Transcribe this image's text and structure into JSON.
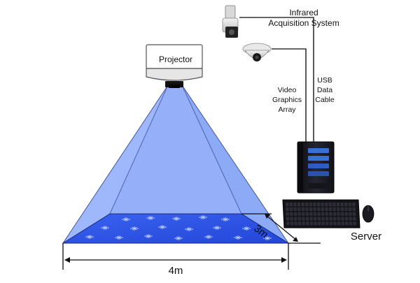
{
  "diagram": {
    "labels": {
      "projector": "Projector",
      "infrared_line1": "Infrared",
      "infrared_line2": "Acquisition System",
      "vga_line1": "Video",
      "vga_line2": "Graphics",
      "vga_line3": "Array",
      "usb_line1": "USB",
      "usb_line2": "Data",
      "usb_line3": "Cable",
      "server": "Server",
      "width_dim": "4m",
      "depth_dim": "3m"
    },
    "colors": {
      "beam_fill": "#8eabfa",
      "beam_outline": "#2a3a8a",
      "floor": "#2f56e8",
      "floor_sparkle": "#d9e6ff",
      "server_accent": "#3a6fd8",
      "cable": "#333333"
    },
    "icons": [
      "projector-icon",
      "infrared-camera-icon",
      "dome-camera-icon",
      "server-tower-icon",
      "keyboard-icon",
      "mouse-icon"
    ]
  }
}
